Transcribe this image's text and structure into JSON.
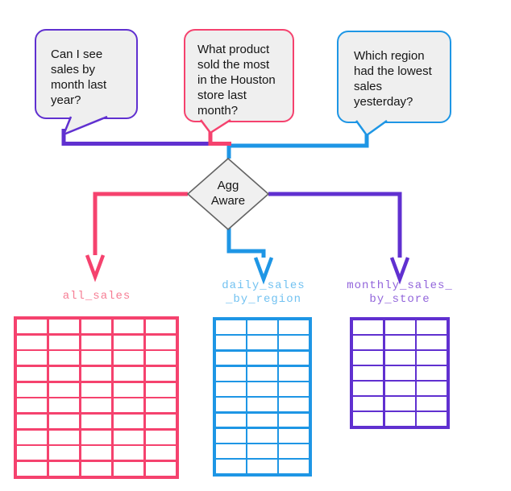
{
  "colors": {
    "purple": "#6030D0",
    "pink": "#F5426E",
    "blue": "#1E96E5",
    "purple-light": "#9265DB",
    "pink-light": "#F67C93",
    "blue-light": "#72C2F1",
    "bubble-fill": "#EFEFEF",
    "diamond-fill": "#F0F0F0",
    "diamond-stroke": "#636363"
  },
  "bubbles": [
    {
      "id": "sales-by-month",
      "text": "Can I see\nsales by\nmonth last\nyear?"
    },
    {
      "id": "houston-product",
      "text": "What product\nsold the most\nin the Houston\nstore last\nmonth?"
    },
    {
      "id": "lowest-region",
      "text": "Which region\nhad the lowest\nsales\nyesterday?"
    }
  ],
  "diamond": {
    "label": "Agg\nAware"
  },
  "tables": [
    {
      "label": "all_sales",
      "cols": 5,
      "rows": 10
    },
    {
      "label": "daily_sales\n_by_region",
      "cols": 3,
      "rows": 10
    },
    {
      "label": "monthly_sales_\nby_store",
      "cols": 3,
      "rows": 7
    }
  ]
}
